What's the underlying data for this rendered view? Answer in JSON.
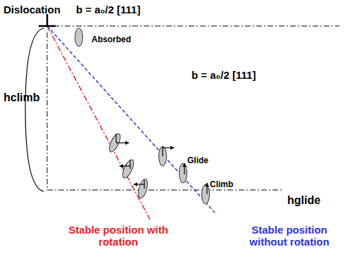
{
  "diagram": {
    "labels": [
      "Dislocation",
      "b = a₀/2 [111]",
      "Absorbed",
      "b = a₀/2 [111]",
      "hclimb",
      "Glide",
      "Climb",
      "hglide",
      "Stable position with rotation",
      "Stable position without rotation"
    ]
  }
}
